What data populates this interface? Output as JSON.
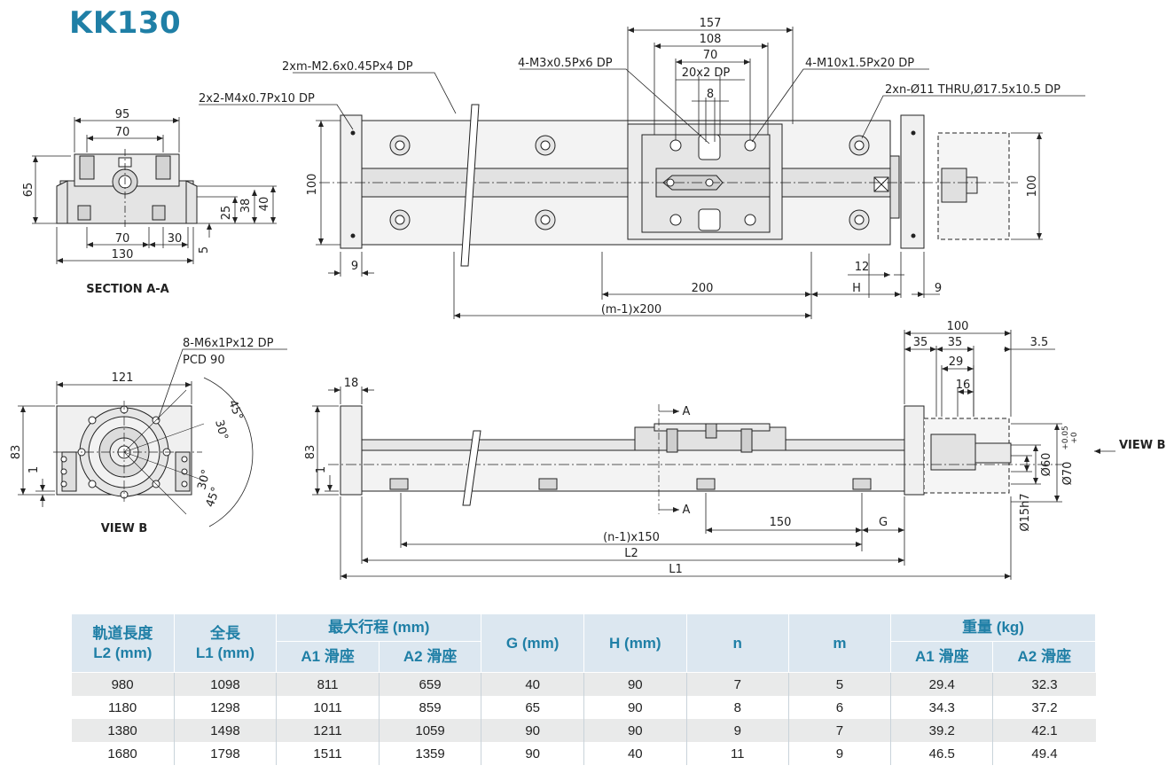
{
  "title": "KK130",
  "drawing": {
    "section_label": "SECTION A-A",
    "view_b_label": "VIEW B",
    "view_b_arrow_label": "VIEW B",
    "section_dims": [
      "95",
      "70",
      "65",
      "25",
      "38",
      "40",
      "70",
      "30",
      "130",
      "5"
    ],
    "top_dims": [
      "157",
      "108",
      "70",
      "20x2 DP",
      "8",
      "100",
      "100",
      "9",
      "12",
      "H",
      "9",
      "200",
      "(m-1)x200"
    ],
    "top_callouts": [
      "2xm-M2.6x0.45Px4 DP",
      "2x2-M4x0.7Px10 DP",
      "4-M3x0.5Px6 DP",
      "4-M10x1.5Px20 DP",
      "2xn-Ø11 THRU,Ø17.5x10.5 DP"
    ],
    "viewb_dims": [
      "121",
      "83",
      "1",
      "45°",
      "30°",
      "30°",
      "45°"
    ],
    "viewb_callouts": [
      "8-M6x1Px12 DP",
      "PCD 90"
    ],
    "side_dims": [
      "18",
      "83",
      "1",
      "A",
      "A",
      "150",
      "G",
      "(n-1)x150",
      "L2",
      "L1"
    ],
    "end_dims": [
      "100",
      "35",
      "35",
      "3.5",
      "29",
      "16",
      "Ø60",
      "Ø70",
      "+0.05",
      "+0",
      "Ø15h7"
    ]
  },
  "table": {
    "headers": {
      "l2": [
        "軌道長度",
        "L2 (mm)"
      ],
      "l1": [
        "全長",
        "L1 (mm)"
      ],
      "stroke": "最大行程 (mm)",
      "stroke_a1": "A1 滑座",
      "stroke_a2": "A2 滑座",
      "g": "G (mm)",
      "h": "H (mm)",
      "n": "n",
      "m": "m",
      "weight": "重量 (kg)",
      "weight_a1": "A1 滑座",
      "weight_a2": "A2 滑座"
    },
    "rows": [
      [
        "980",
        "1098",
        "811",
        "659",
        "40",
        "90",
        "7",
        "5",
        "29.4",
        "32.3"
      ],
      [
        "1180",
        "1298",
        "1011",
        "859",
        "65",
        "90",
        "8",
        "6",
        "34.3",
        "37.2"
      ],
      [
        "1380",
        "1498",
        "1211",
        "1059",
        "90",
        "90",
        "9",
        "7",
        "39.2",
        "42.1"
      ],
      [
        "1680",
        "1798",
        "1511",
        "1359",
        "90",
        "40",
        "11",
        "9",
        "46.5",
        "49.4"
      ]
    ]
  },
  "colors": {
    "title": "#1f7fa6",
    "header_bg": "#dce7f0",
    "row_alt": "#e9eaea",
    "part_fill": "#e4e4e4"
  }
}
